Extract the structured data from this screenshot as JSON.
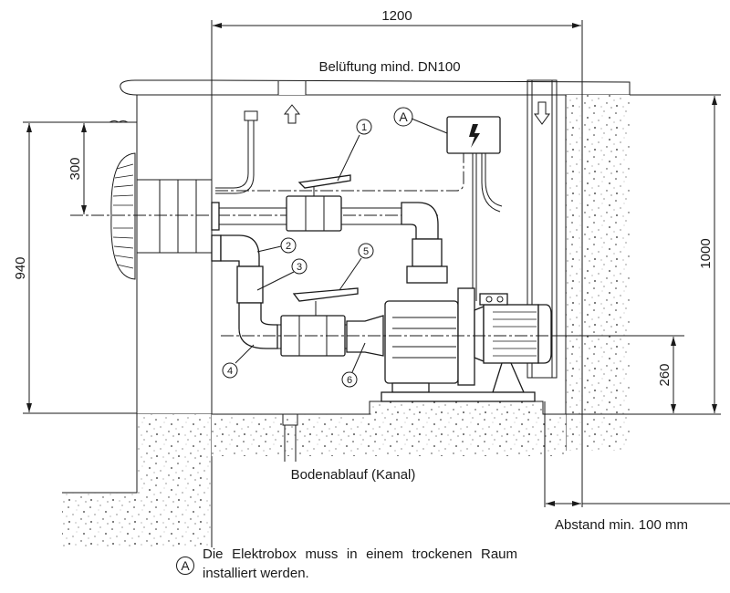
{
  "diagram": {
    "dimensions": {
      "width_top": "1200",
      "height_left_total": "940",
      "height_left_skimmer": "300",
      "height_right_total": "1000",
      "height_right_pump_axis": "260"
    },
    "labels": {
      "ventilation": "Belüftung mind. DN100",
      "floor_drain": "Bodenablauf (Kanal)",
      "min_distance": "Abstand min. 100 mm"
    },
    "callouts": [
      {
        "id": "1"
      },
      {
        "id": "2"
      },
      {
        "id": "3"
      },
      {
        "id": "4"
      },
      {
        "id": "5"
      },
      {
        "id": "6"
      },
      {
        "id": "A"
      }
    ],
    "note": {
      "marker": "A",
      "text": "Die Elektrobox muss in einem trockenen Raum installiert werden."
    },
    "icons": {
      "electric_box": "lightning-bolt-icon",
      "air_in": "arrow-down-icon",
      "air_out": "arrow-up-icon"
    }
  }
}
